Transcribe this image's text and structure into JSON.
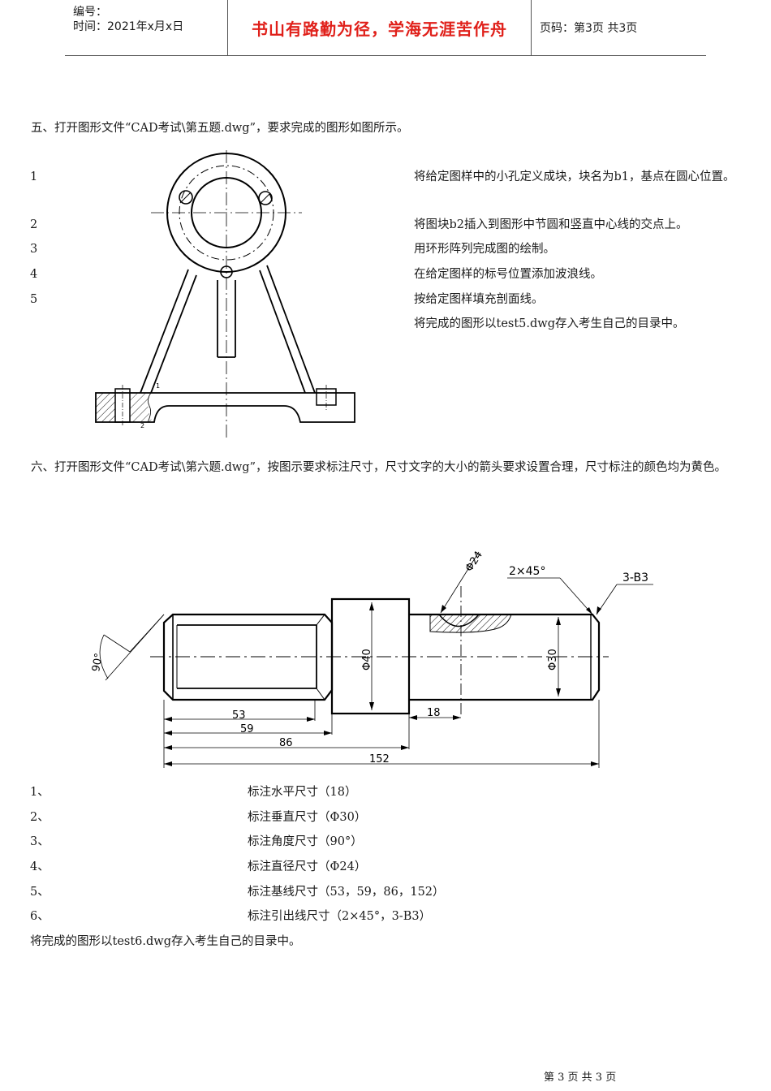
{
  "header": {
    "number_label": "编号：",
    "time_label": "时间：2021年x月x日",
    "motto": "书山有路勤为径，学海无涯苦作舟",
    "page_label": "页码：第3页  共3页"
  },
  "q5": {
    "title": "五、打开图形文件“CAD考试\\第五题.dwg”，要求完成的图形如图所示。",
    "numbers": [
      "1",
      "2",
      "3",
      "4",
      "5"
    ],
    "items": [
      "将给定图样中的小孔定义成块，块名为b1，基点在圆心位置。",
      "将图块b2插入到图形中节圆和竖直中心线的交点上。",
      "用环形阵列完成图的绘制。",
      "在给定图样的标号位置添加波浪线。",
      "按给定图样填充剖面线。",
      "将完成的图形以test5.dwg存入考生自己的目录中。"
    ],
    "figure_labels": [
      "1",
      "2"
    ]
  },
  "q6": {
    "title": "六、打开图形文件“CAD考试\\第六题.dwg”，按图示要求标注尺寸，尺寸文字的大小的箭头要求设置合理，尺寸标注的颜色均为黄色。",
    "figure": {
      "d24": "Φ24",
      "chamfer": "2×45°",
      "center": "3-B3",
      "angle": "90°",
      "d40": "Φ40",
      "d30": "Φ30",
      "len18": "18",
      "len53": "53",
      "len59": "59",
      "len86": "86",
      "len152": "152"
    },
    "numbers": [
      "1、",
      "2、",
      "3、",
      "4、",
      "5、",
      "6、"
    ],
    "items": [
      "标注水平尺寸（18）",
      "标注垂直尺寸（Φ30）",
      "标注角度尺寸（90°）",
      "标注直径尺寸（Φ24）",
      "标注基线尺寸（53，59，86，152）",
      "标注引出线尺寸（2×45°，3-B3）"
    ],
    "footer_line": "将完成的图形以test6.dwg存入考生自己的目录中。"
  },
  "footer": {
    "page": "第 3 页 共 3 页"
  }
}
